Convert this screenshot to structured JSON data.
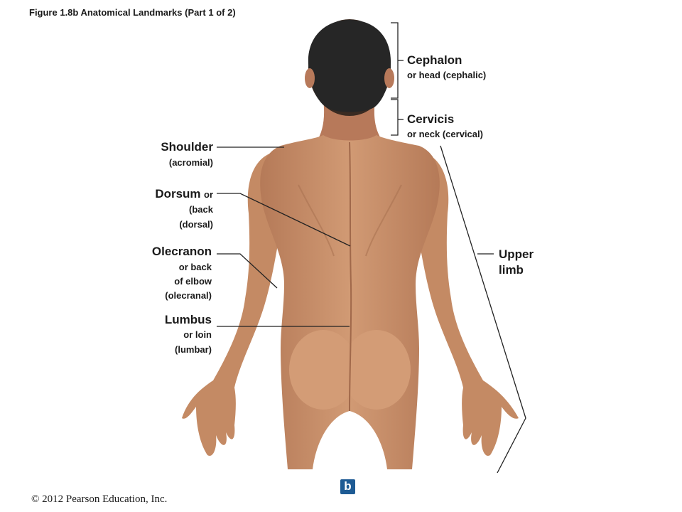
{
  "figure": {
    "title": "Figure 1.8b  Anatomical Landmarks (Part 1 of 2)",
    "panel_letter": "b",
    "copyright": "© 2012 Pearson Education, Inc."
  },
  "labels": {
    "cephalon": {
      "name": "Cephalon",
      "sub": "or head  (cephalic)"
    },
    "cervicis": {
      "name": "Cervicis",
      "sub": "or neck  (cervical)"
    },
    "shoulder": {
      "name": "Shoulder",
      "sub": "(acromial)"
    },
    "dorsum": {
      "name": "Dorsum",
      "name_suffix": "or",
      "sub1": "(back",
      "sub2": "(dorsal)"
    },
    "olecranon": {
      "name": "Olecranon",
      "sub1": "or back",
      "sub2": "of elbow",
      "sub3": "(olecranal)"
    },
    "lumbus": {
      "name": "Lumbus",
      "sub1": "or loin",
      "sub2": "(lumbar)"
    },
    "upper_limb": {
      "line1": "Upper",
      "line2": "limb"
    }
  },
  "colors": {
    "skin": "#c98f6a",
    "skin_shadow": "#a86d4c",
    "hair": "#2a2a2a",
    "leader": "#222222",
    "badge": "#1e5b94"
  }
}
